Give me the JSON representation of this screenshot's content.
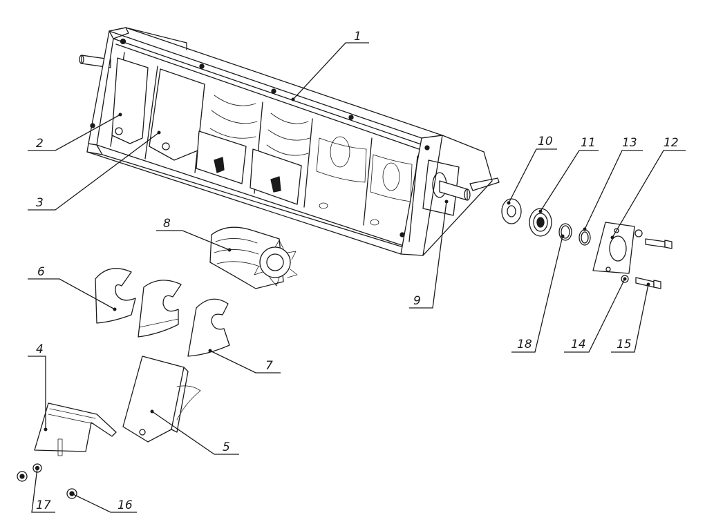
{
  "callouts": {
    "c1": "1",
    "c2": "2",
    "c3": "3",
    "c4": "4",
    "c5": "5",
    "c6": "6",
    "c7": "7",
    "c8": "8",
    "c9": "9",
    "c10": "10",
    "c11": "11",
    "c12": "12",
    "c13": "13",
    "c14": "14",
    "c15": "15",
    "c16": "16",
    "c17": "17",
    "c18": "18"
  },
  "colors": {
    "ink": "#1a1a1a",
    "background": "#ffffff"
  }
}
